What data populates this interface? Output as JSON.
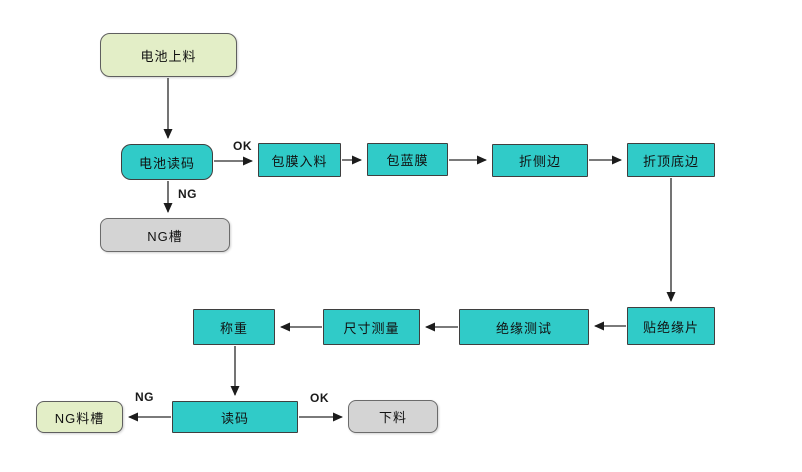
{
  "diagram": {
    "type": "flowchart",
    "nodes": {
      "battery_load": {
        "label": "电池上料",
        "shape": "rounded",
        "fill": "#e3eec7"
      },
      "battery_read": {
        "label": "电池读码",
        "shape": "rounded",
        "fill": "#30cbc8"
      },
      "ng_slot": {
        "label": "NG槽",
        "shape": "rounded",
        "fill": "#d4d4d4"
      },
      "film_feed": {
        "label": "包膜入料",
        "shape": "rect",
        "fill": "#30cbc8"
      },
      "blue_film": {
        "label": "包蓝膜",
        "shape": "rect",
        "fill": "#30cbc8"
      },
      "fold_side": {
        "label": "折侧边",
        "shape": "rect",
        "fill": "#30cbc8"
      },
      "fold_top_bottom": {
        "label": "折顶底边",
        "shape": "rect",
        "fill": "#30cbc8"
      },
      "stick_insulation": {
        "label": "贴绝缘片",
        "shape": "rect",
        "fill": "#30cbc8"
      },
      "insulation_test": {
        "label": "绝缘测试",
        "shape": "rect",
        "fill": "#30cbc8"
      },
      "dimension_measure": {
        "label": "尺寸测量",
        "shape": "rect",
        "fill": "#30cbc8"
      },
      "weighing": {
        "label": "称重",
        "shape": "rect",
        "fill": "#30cbc8"
      },
      "code_read": {
        "label": "读码",
        "shape": "rect",
        "fill": "#30cbc8"
      },
      "ng_material_slot": {
        "label": "NG料槽",
        "shape": "rounded",
        "fill": "#e3eec7"
      },
      "unload": {
        "label": "下料",
        "shape": "rounded",
        "fill": "#d4d4d4"
      }
    },
    "edge_labels": {
      "read_ok": "OK",
      "read_ng": "NG",
      "final_ng": "NG",
      "final_ok": "OK"
    },
    "colors": {
      "process_fill": "#30cbc8",
      "terminal_fill": "#e3eec7",
      "ng_fill": "#d4d4d4",
      "border": "#3f3f3f",
      "arrow": "#2a2a2a",
      "background": "#ffffff"
    }
  }
}
